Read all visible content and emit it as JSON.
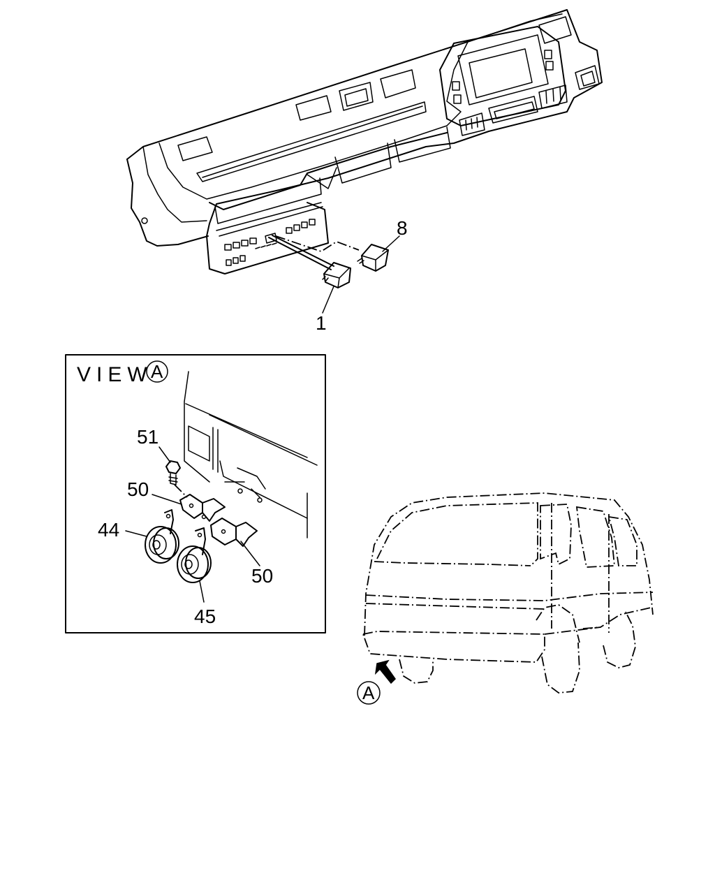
{
  "callouts": {
    "part_1": "1",
    "part_8": "8",
    "part_51": "51",
    "part_50_a": "50",
    "part_50_b": "50",
    "part_44": "44",
    "part_45": "45"
  },
  "view_box": {
    "title": "VIEW",
    "marker": "A"
  },
  "van_marker": "A"
}
